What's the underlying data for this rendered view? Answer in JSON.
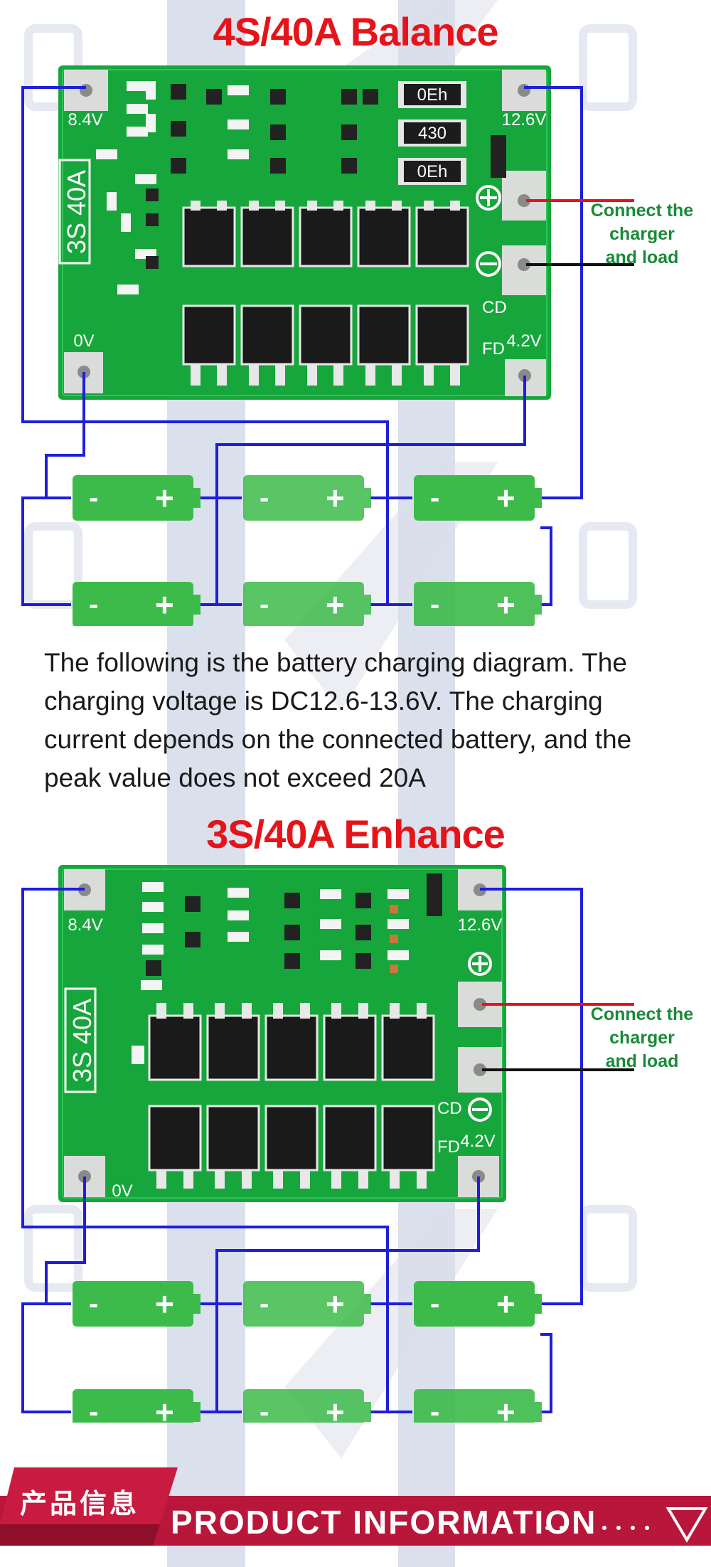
{
  "top": {
    "title": "4S/40A Balance",
    "board_mark": "3S 40A",
    "pins": [
      "8.4V",
      "12.6V",
      "0V",
      "4.2V"
    ],
    "resistors": [
      "0Eh",
      "430",
      "0Eh"
    ],
    "side_marks": [
      "CD",
      "FD"
    ],
    "note": [
      "Connect the",
      "charger",
      "and load"
    ]
  },
  "description": " The following is the battery charging diagram. The charging voltage is DC12.6-13.6V. The charging current depends on the connected battery, and the peak value does not exceed 20A",
  "bottom": {
    "title": "3S/40A Enhance",
    "board_mark": "3S 40A",
    "pins": [
      "8.4V",
      "12.6V",
      "0V",
      "4.2V"
    ],
    "side_marks": [
      "CD",
      "FD"
    ],
    "note": [
      "Connect the",
      "charger",
      "and load"
    ]
  },
  "battery": {
    "minus": "-",
    "plus": "+"
  },
  "footer": {
    "cn": "产品信息",
    "en": "PRODUCT INFORMATION"
  },
  "colors": {
    "board": "#16a83d",
    "wire": "#1e1edc",
    "battery": "#3dbb4a",
    "red": "#e5141a",
    "footer": "#b8163a"
  }
}
